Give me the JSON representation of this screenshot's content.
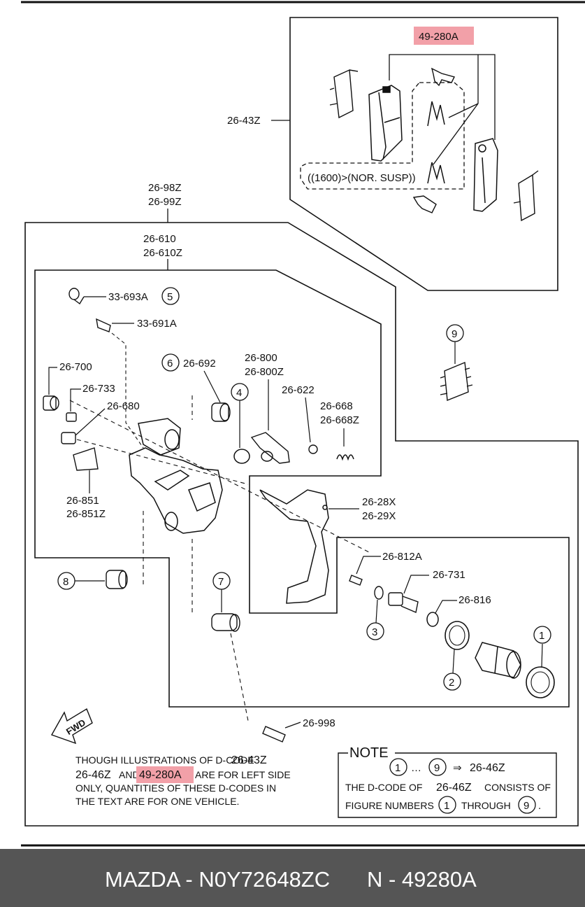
{
  "colors": {
    "highlight": "#f2a0a8",
    "footer_bg": "#555555",
    "footer_text": "#ffffff",
    "line": "#111111"
  },
  "callouts": {
    "part_49_280a": "49-280A",
    "part_26_43z": "26-43Z",
    "part_26_98z": "26-98Z",
    "part_26_99z": "26-99Z",
    "part_26_610": "26-610",
    "part_26_610z": "26-610Z",
    "part_33_693a": "33-693A",
    "part_33_691a": "33-691A",
    "part_26_700": "26-700",
    "part_26_733": "26-733",
    "part_26_680": "26-680",
    "part_26_692": "26-692",
    "part_26_800": "26-800",
    "part_26_800z": "26-800Z",
    "part_26_622": "26-622",
    "part_26_668": "26-668",
    "part_26_668z": "26-668Z",
    "part_26_851": "26-851",
    "part_26_851z": "26-851Z",
    "part_26_28x": "26-28X",
    "part_26_29x": "26-29X",
    "part_26_812a": "26-812A",
    "part_26_731": "26-731",
    "part_26_816": "26-816",
    "part_26_998": "26-998",
    "suspension_note": "((1600)>(NOR. SUSP))",
    "fwd": "FWD"
  },
  "circled_numbers": {
    "n1": "1",
    "n2": "2",
    "n3": "3",
    "n4": "4",
    "n5": "5",
    "n6": "6",
    "n7": "7",
    "n8": "8",
    "n9": "9"
  },
  "disclaimer": {
    "line1_a": "THOUGH ILLUSTRATIONS OF D-CODE",
    "line1_code": "26-43Z",
    "line2_code": "26-46Z",
    "line2_and": "AND",
    "line2_highlight": "49-280A",
    "line2_rest": "ARE FOR LEFT SIDE",
    "line3": "ONLY, QUANTITIES OF THESE D-CODES IN",
    "line4": "THE TEXT ARE FOR ONE VEHICLE."
  },
  "note": {
    "title": "NOTE",
    "from": "1",
    "ellipsis": "…",
    "to": "9",
    "arrow": "⇒",
    "dcode": "26-46Z",
    "line2_a": "THE D-CODE OF",
    "line2_code": "26-46Z",
    "line2_b": "CONSISTS OF",
    "line3_a": "FIGURE NUMBERS",
    "line3_from": "1",
    "line3_through": "THROUGH",
    "line3_to": "9",
    "line3_end": "."
  },
  "footer": {
    "left": "MAZDA - N0Y72648ZC",
    "right": "N - 49280A"
  }
}
